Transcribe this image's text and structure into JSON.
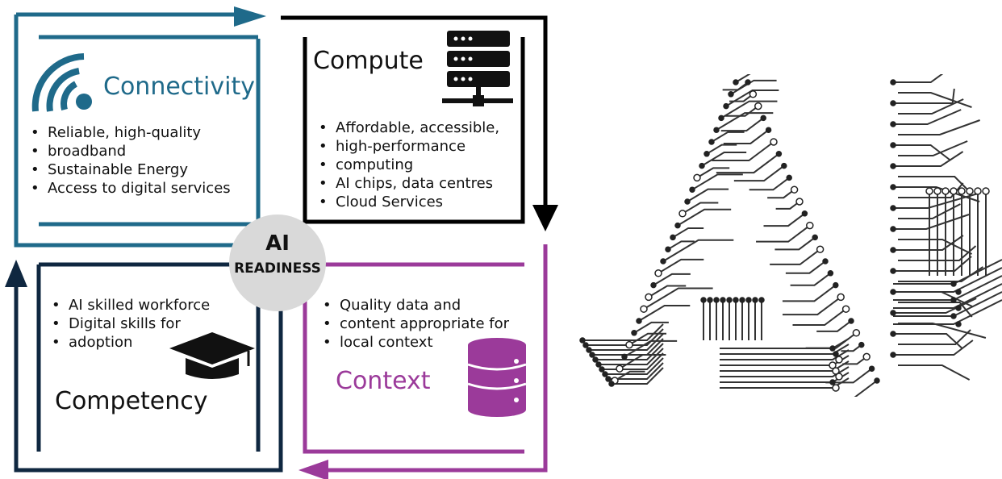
{
  "center": {
    "title": "AI",
    "subtitle": "READINESS"
  },
  "connectivity": {
    "title": "Connectivity",
    "color": "#1f6a8a",
    "bullets": [
      "Reliable, high-quality",
      "broadband",
      "Sustainable Energy",
      "Access to digital services"
    ],
    "icon": "wifi-signal-icon"
  },
  "compute": {
    "title": "Compute",
    "color": "#000000",
    "bullets": [
      "Affordable, accessible,",
      "high-performance",
      "computing",
      "AI chips, data centres",
      "Cloud Services"
    ],
    "icon": "server-rack-icon"
  },
  "competency": {
    "title": "Competency",
    "color": "#0f2740",
    "bullets": [
      "AI skilled workforce",
      "Digital skills for",
      "adoption"
    ],
    "icon": "graduation-cap-icon"
  },
  "context": {
    "title": "Context",
    "color": "#9b3a9a",
    "bullets": [
      "Quality data and",
      "content appropriate for",
      "local  context"
    ],
    "icon": "database-icon"
  },
  "art": {
    "icon": "circuit-ai-letters-icon"
  }
}
